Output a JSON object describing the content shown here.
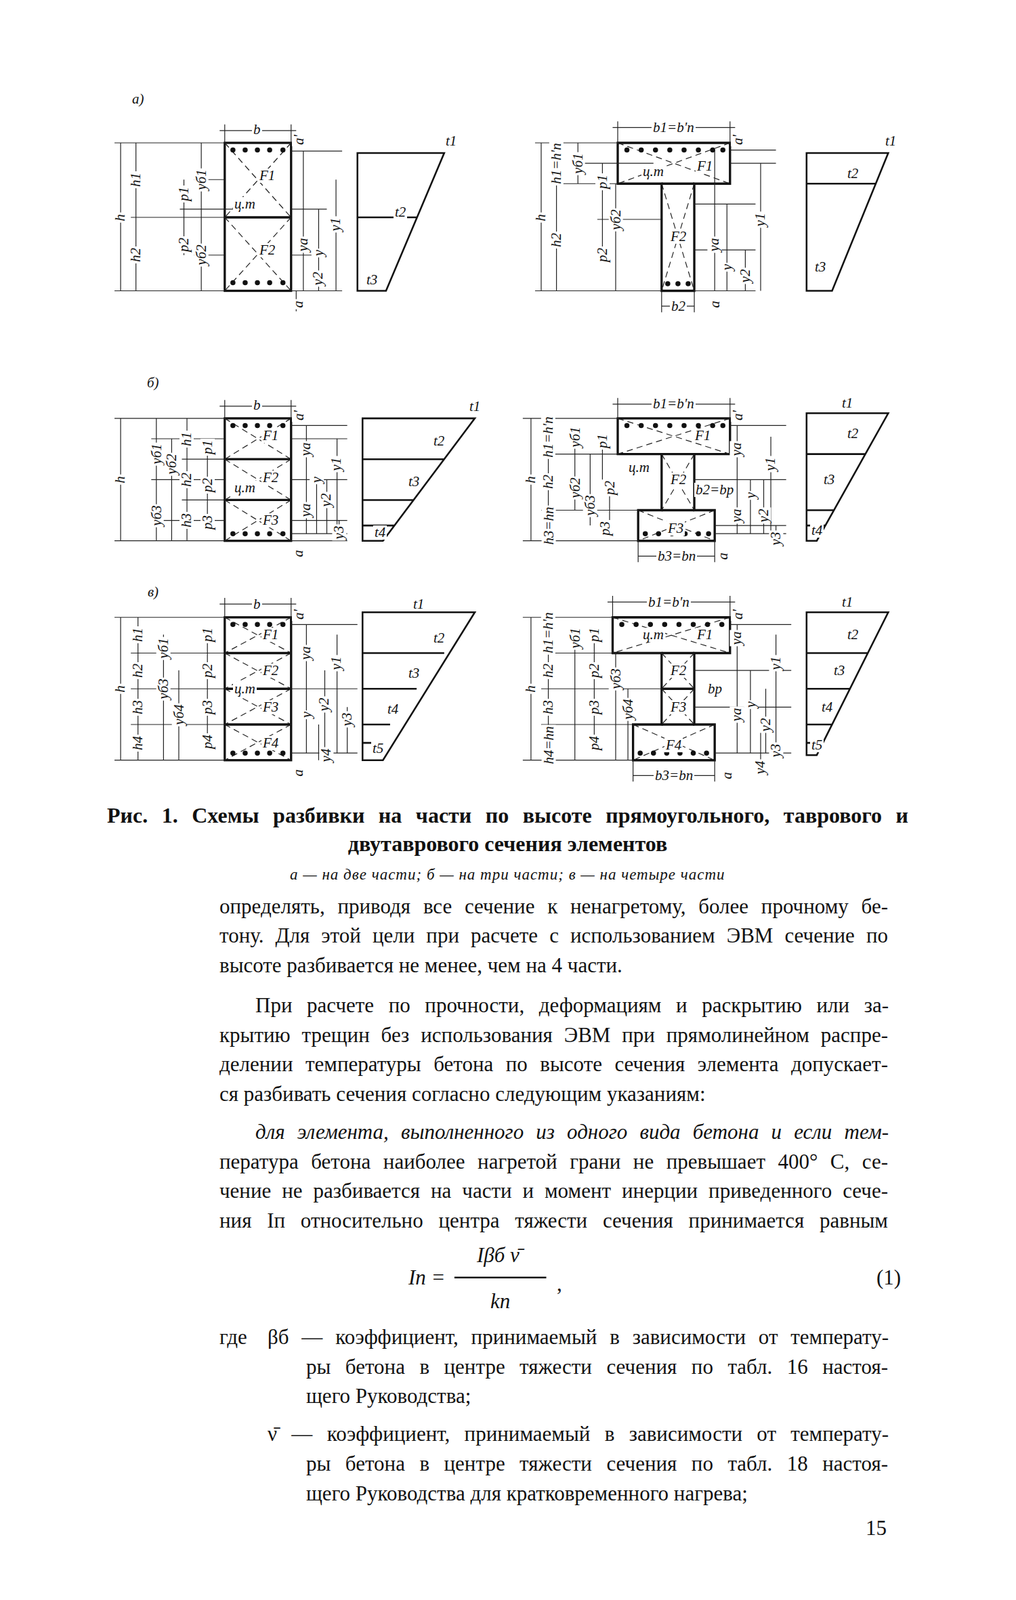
{
  "diagram": {
    "caption": "Рис. 1. Схемы разбивки на части по высоте прямоугольного, таврового и двутаврового сечения элементов",
    "labels": [
      "а)",
      "b",
      "a'",
      "h",
      "h1",
      "h2",
      "yб1",
      "p1",
      "yб2",
      "p2",
      "F1",
      "ц.т",
      "F2",
      "ya",
      "y",
      "y1",
      "y2",
      "a",
      "t1",
      "t2",
      "t3",
      "b1=b'п",
      "a'",
      "h",
      "h1=h'п",
      "h2",
      "yб1",
      "p1",
      "yб2",
      "p2",
      "F1",
      "ц.т",
      "F2",
      "b2",
      "ya",
      "y",
      "y1",
      "y2",
      "a",
      "t1",
      "t2",
      "t3",
      "б)",
      "b",
      "a'",
      "h",
      "h1",
      "h2",
      "h3",
      "yб1",
      "yб2",
      "yб3",
      "p1",
      "p2",
      "p3",
      "F1",
      "F2",
      "ц.т",
      "F3",
      "ya",
      "ya",
      "y",
      "y1",
      "y2",
      "y3",
      "a",
      "t1",
      "t2",
      "t3",
      "t4",
      "b1=b'п",
      "a'",
      "h",
      "h1=h'п",
      "h2",
      "h3=hп",
      "yб1",
      "yб2",
      "yб3",
      "p1",
      "p2",
      "p3",
      "F1",
      "ц.т",
      "F2",
      "b2=bр",
      "F3",
      "b3=bп",
      "ya",
      "ya",
      "y",
      "y1",
      "y2",
      "y3",
      "a",
      "t1",
      "t2",
      "t3",
      "t4",
      "в)",
      "b",
      "a'",
      "h",
      "h1",
      "h2",
      "h3",
      "h4",
      "yб1",
      "yб3",
      "yб4",
      "p1",
      "p2",
      "p3",
      "p4",
      "F1",
      "F2",
      "ц.т",
      "F3",
      "F4",
      "ya",
      "y",
      "y1",
      "y2",
      "y3",
      "y4",
      "a",
      "t1",
      "t2",
      "t3",
      "t4",
      "t5",
      "b1=b'п",
      "a'",
      "h",
      "h1=h'п",
      "h2",
      "h3",
      "h4=hп",
      "yб1",
      "yб3",
      "yб4",
      "p1",
      "p2",
      "p3",
      "p4",
      "F1",
      "ц.т",
      "F2",
      "F3",
      "F4",
      "bр",
      "b3=bп",
      "ya",
      "ya",
      "y",
      "y1",
      "y2",
      "y3",
      "y4",
      "a",
      "t1",
      "t2",
      "t3",
      "t4",
      "t5",
      "а — на две части; б — на три части; в — на четыре части",
      "определять, приводя все сечение к ненагретому, более прочному бе-",
      "тону. Для этой цели при расчете с использованием ЭВМ сечение по",
      "высоте разбивается не менее, чем на 4 части.",
      "При расчете по прочности, деформациям и раскрытию или за-",
      "крытию трещин без использования ЭВМ при прямолинейном распре-",
      "делении температуры бетона по высоте сечения элемента допускает-",
      "ся разбивать сечения согласно следующим указаниям:",
      "для элемента, выполненного из одного вида бетона и если тем-",
      "пература бетона наиболее нагретой грани не превышает 400° С, се-",
      "чение не разбивается на части и момент инерции приведенного сече-",
      "ния Iп относительно центра тяжести сечения принимается равным",
      "Iп =",
      "Iβб ν̄",
      "kп",
      ",",
      "(1)",
      "где",
      "βб — коэффициент, принимаемый в зависимости от температу-",
      "ры бетона в центре тяжести сечения по табл. 16 настоя-",
      "щего Руководства;",
      "ν̄ — коэффициент, принимаемый в зависимости от температу-",
      "ры бетона в центре тяжести сечения по табл. 18 настоя-",
      "щего Руководства для кратковременного нагрева;",
      "15"
    ]
  }
}
